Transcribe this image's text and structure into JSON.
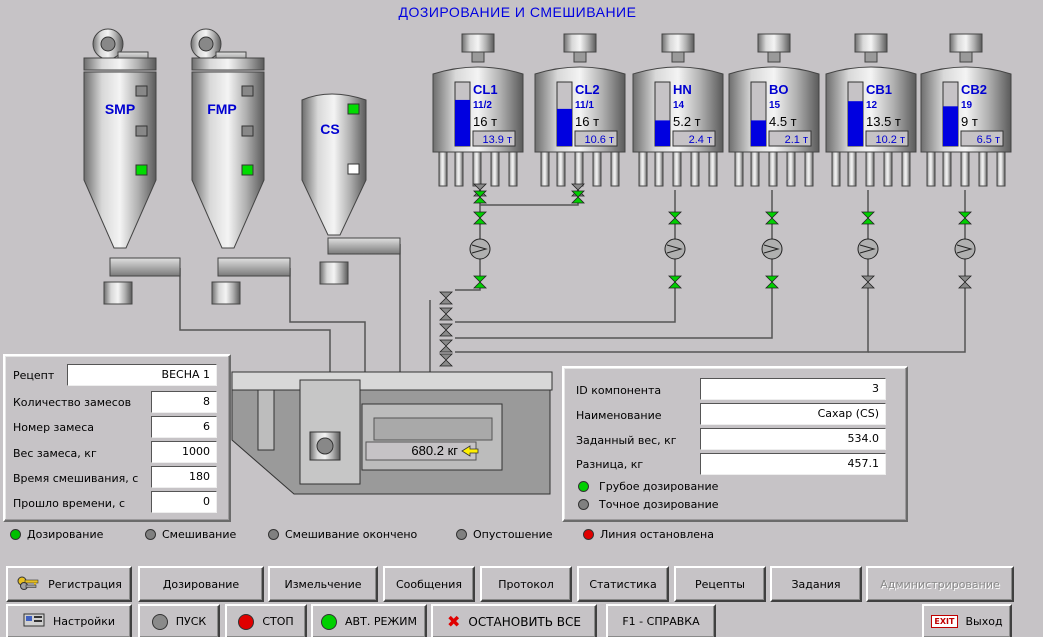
{
  "title": "ДОЗИРОВАНИЕ И СМЕШИВАНИЕ",
  "silos": [
    {
      "label": "SMP"
    },
    {
      "label": "FMP"
    },
    {
      "label": "CS"
    }
  ],
  "tanks": [
    {
      "name": "CL1",
      "code": "11/2",
      "amount": "16 т",
      "capacity": "13.9 т",
      "level": 0.72
    },
    {
      "name": "CL2",
      "code": "11/1",
      "amount": "16 т",
      "capacity": "10.6 т",
      "level": 0.58
    },
    {
      "name": "HN",
      "code": "14",
      "amount": "5.2 т",
      "capacity": "2.4 т",
      "level": 0.4
    },
    {
      "name": "BO",
      "code": "15",
      "amount": "4.5 т",
      "capacity": "2.1 т",
      "level": 0.4
    },
    {
      "name": "CB1",
      "code": "12",
      "amount": "13.5 т",
      "capacity": "10.2 т",
      "level": 0.7
    },
    {
      "name": "CB2",
      "code": "19",
      "amount": "9 т",
      "capacity": "6.5 т",
      "level": 0.62
    }
  ],
  "mixer": {
    "weight": "680.2 кг"
  },
  "recipe_panel": {
    "recipe_label": "Рецепт",
    "recipe_value": "ВЕСНА 1",
    "batches_label": "Количество замесов",
    "batches_value": "8",
    "batch_no_label": "Номер замеса",
    "batch_no_value": "6",
    "batch_weight_label": "Вес замеса, кг",
    "batch_weight_value": "1000",
    "mix_time_label": "Время смешивания, с",
    "mix_time_value": "180",
    "elapsed_label": "Прошло времени, с",
    "elapsed_value": "0"
  },
  "component_panel": {
    "id_label": "ID компонента",
    "id_value": "3",
    "name_label": "Наименование",
    "name_value": "Сахар (CS)",
    "target_label": "Заданный вес, кг",
    "target_value": "534.0",
    "diff_label": "Разница, кг",
    "diff_value": "457.1",
    "coarse_label": "Грубое дозирование",
    "fine_label": "Точное дозирование"
  },
  "legend": [
    {
      "label": "Дозирование",
      "color": "#00c000"
    },
    {
      "label": "Смешивание",
      "color": "#808080"
    },
    {
      "label": "Смешивание окончено",
      "color": "#808080"
    },
    {
      "label": "Опустошение",
      "color": "#808080"
    },
    {
      "label": "Линия остановлена",
      "color": "#e00000"
    }
  ],
  "toolbar_row1": [
    {
      "label": "Регистрация",
      "icon": "keys-icon"
    },
    {
      "label": "Дозирование"
    },
    {
      "label": "Измельчение"
    },
    {
      "label": "Сообщения"
    },
    {
      "label": "Протокол"
    },
    {
      "label": "Статистика"
    },
    {
      "label": "Рецепты"
    },
    {
      "label": "Задания"
    },
    {
      "label": "Администрирование",
      "disabled": true
    }
  ],
  "toolbar_row2": {
    "settings": "Настройки",
    "start": "ПУСК",
    "stop": "СТОП",
    "auto": "АВТ. РЕЖИМ",
    "stop_all": "ОСТАНОВИТЬ ВСЕ",
    "help": "F1 - СПРАВКА",
    "exit_badge": "EXIT",
    "exit": "Выход"
  },
  "colors": {
    "accent": "#0000e0",
    "green": "#00d000",
    "red": "#e00000",
    "background": "#c6c3c6"
  }
}
